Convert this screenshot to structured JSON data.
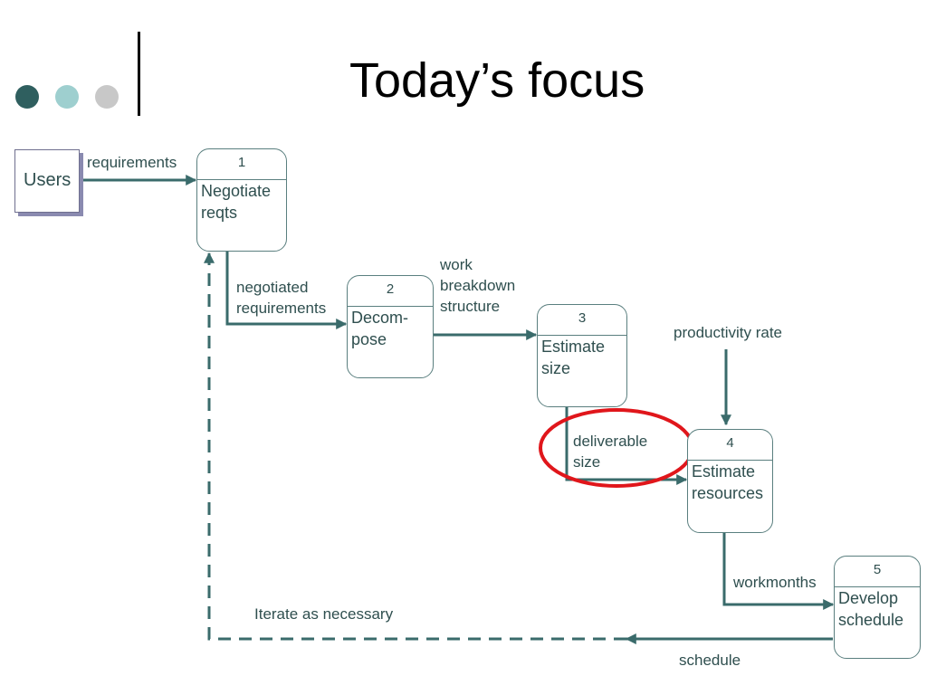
{
  "slide": {
    "title": "Today’s focus",
    "dot_colors": [
      "#2f5f5f",
      "#9ecfcf",
      "#c8c8c8"
    ]
  },
  "diagram": {
    "external": {
      "label": "Users"
    },
    "processes": [
      {
        "number": "1",
        "name": "Negotiate\nreqts"
      },
      {
        "number": "2",
        "name": "Decom-\npose"
      },
      {
        "number": "3",
        "name": "Estimate\nsize"
      },
      {
        "number": "4",
        "name": "Estimate\nresources"
      },
      {
        "number": "5",
        "name": "Develop\nschedule"
      }
    ],
    "flows": {
      "requirements": "requirements",
      "negotiated_requirements": "negotiated\nrequirements",
      "work_breakdown_structure": "work\nbreakdown\nstructure",
      "productivity_rate": "productivity rate",
      "deliverable_size": "deliverable\nsize",
      "workmonths": "workmonths",
      "schedule": "schedule",
      "iterate": "Iterate as necessary"
    },
    "line_color": "#3a6b6b",
    "highlight_color": "#e0161b"
  }
}
